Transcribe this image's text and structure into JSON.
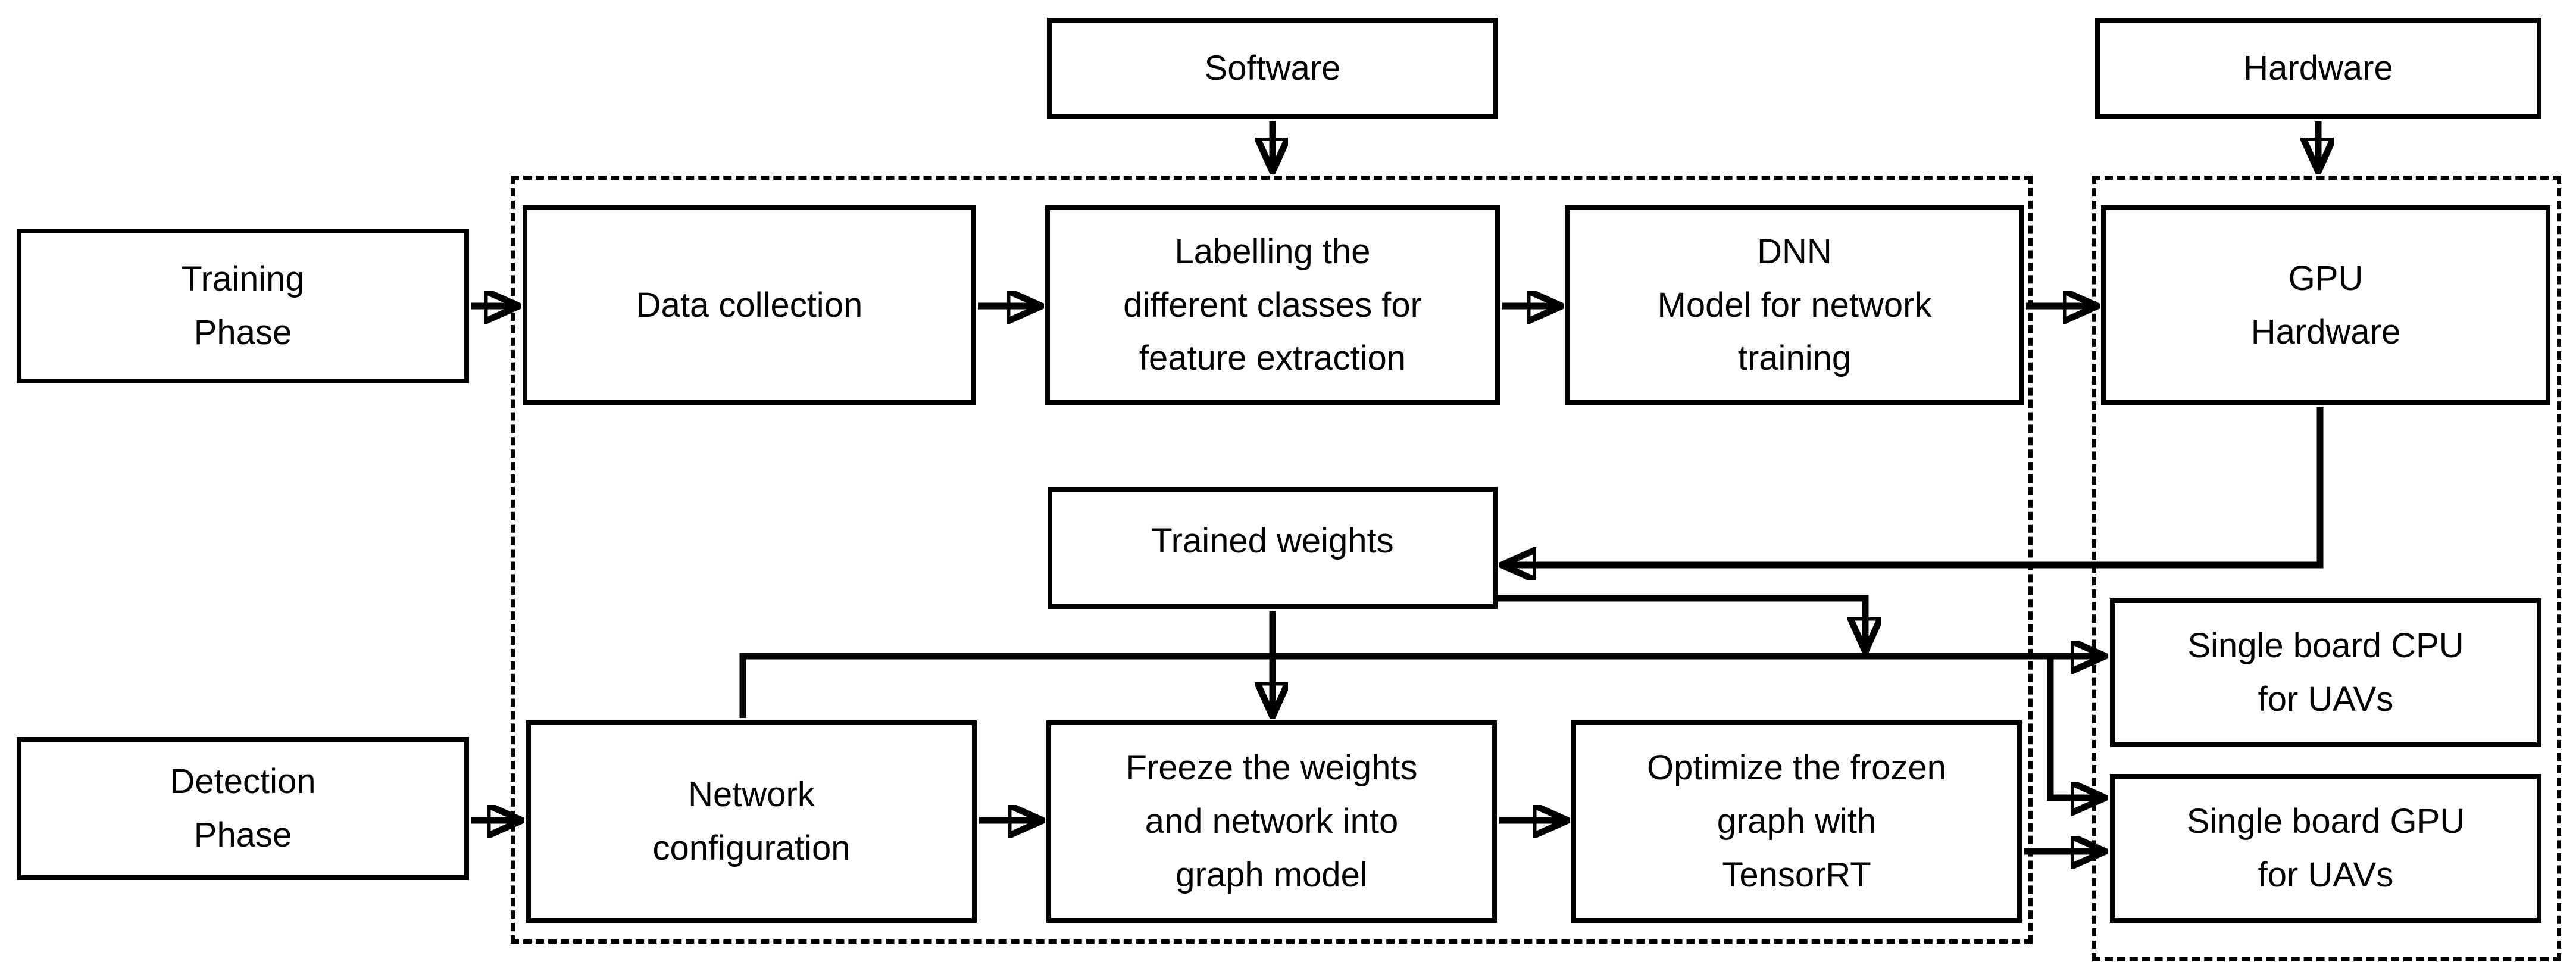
{
  "diagram": {
    "nodes": {
      "software": "Software",
      "hardware": "Hardware",
      "training_phase": "Training\nPhase",
      "detection_phase": "Detection\nPhase",
      "data_collection": "Data collection",
      "labelling": "Labelling the\ndifferent classes for\nfeature extraction",
      "dnn_model": "DNN\nModel for network\ntraining",
      "gpu_hardware": "GPU\nHardware",
      "trained_weights": "Trained weights",
      "network_configuration": "Network\nconfiguration",
      "freeze_weights": "Freeze the weights\nand network into\ngraph model",
      "optimize_tensorrt": "Optimize the frozen\ngraph with\nTensorRT",
      "single_board_cpu": "Single board CPU\nfor UAVs",
      "single_board_gpu": "Single board GPU\nfor UAVs"
    },
    "connections": [
      {
        "from": "software",
        "to": "software-region"
      },
      {
        "from": "hardware",
        "to": "hardware-region"
      },
      {
        "from": "training_phase",
        "to": "data_collection"
      },
      {
        "from": "data_collection",
        "to": "labelling"
      },
      {
        "from": "labelling",
        "to": "dnn_model"
      },
      {
        "from": "dnn_model",
        "to": "gpu_hardware"
      },
      {
        "from": "gpu_hardware",
        "to": "trained_weights"
      },
      {
        "from": "trained_weights",
        "to": "freeze_weights"
      },
      {
        "from": "trained_weights",
        "to": "single_board_cpu"
      },
      {
        "from": "network_configuration",
        "to": "single_board_cpu"
      },
      {
        "from": "network_configuration",
        "to": "single_board_gpu"
      },
      {
        "from": "optimize_tensorrt",
        "to": "single_board_gpu"
      },
      {
        "from": "detection_phase",
        "to": "network_configuration"
      },
      {
        "from": "network_configuration",
        "to": "freeze_weights"
      },
      {
        "from": "freeze_weights",
        "to": "optimize_tensorrt"
      }
    ],
    "colors": {
      "line": "#000000",
      "box_fill": "#ffffff",
      "background": "#ffffff"
    }
  }
}
